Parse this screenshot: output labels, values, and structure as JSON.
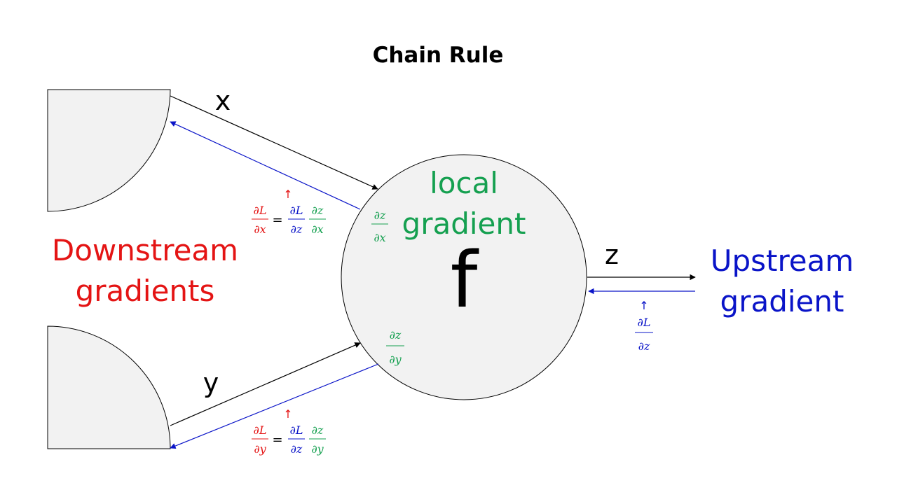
{
  "title": "Chain Rule",
  "colors": {
    "downstream": "#e41414",
    "upstream": "#0a14c8",
    "local": "#15a050",
    "forward": "#000000",
    "node_fill": "#f2f2f2"
  },
  "labels": {
    "downstream": [
      "Downstream",
      "gradients"
    ],
    "upstream": [
      "Upstream",
      "gradient"
    ],
    "local": [
      "local",
      "gradient"
    ],
    "node": "f",
    "input_x": "x",
    "input_y": "y",
    "output_z": "z"
  },
  "math": {
    "arrow": "↑",
    "equals": "=",
    "dL_dx": {
      "num": "∂L",
      "den": "∂x"
    },
    "dL_dy": {
      "num": "∂L",
      "den": "∂y"
    },
    "dL_dz": {
      "num": "∂L",
      "den": "∂z"
    },
    "dz_dx": {
      "num": "∂z",
      "den": "∂x"
    },
    "dz_dy": {
      "num": "∂z",
      "den": "∂y"
    }
  }
}
